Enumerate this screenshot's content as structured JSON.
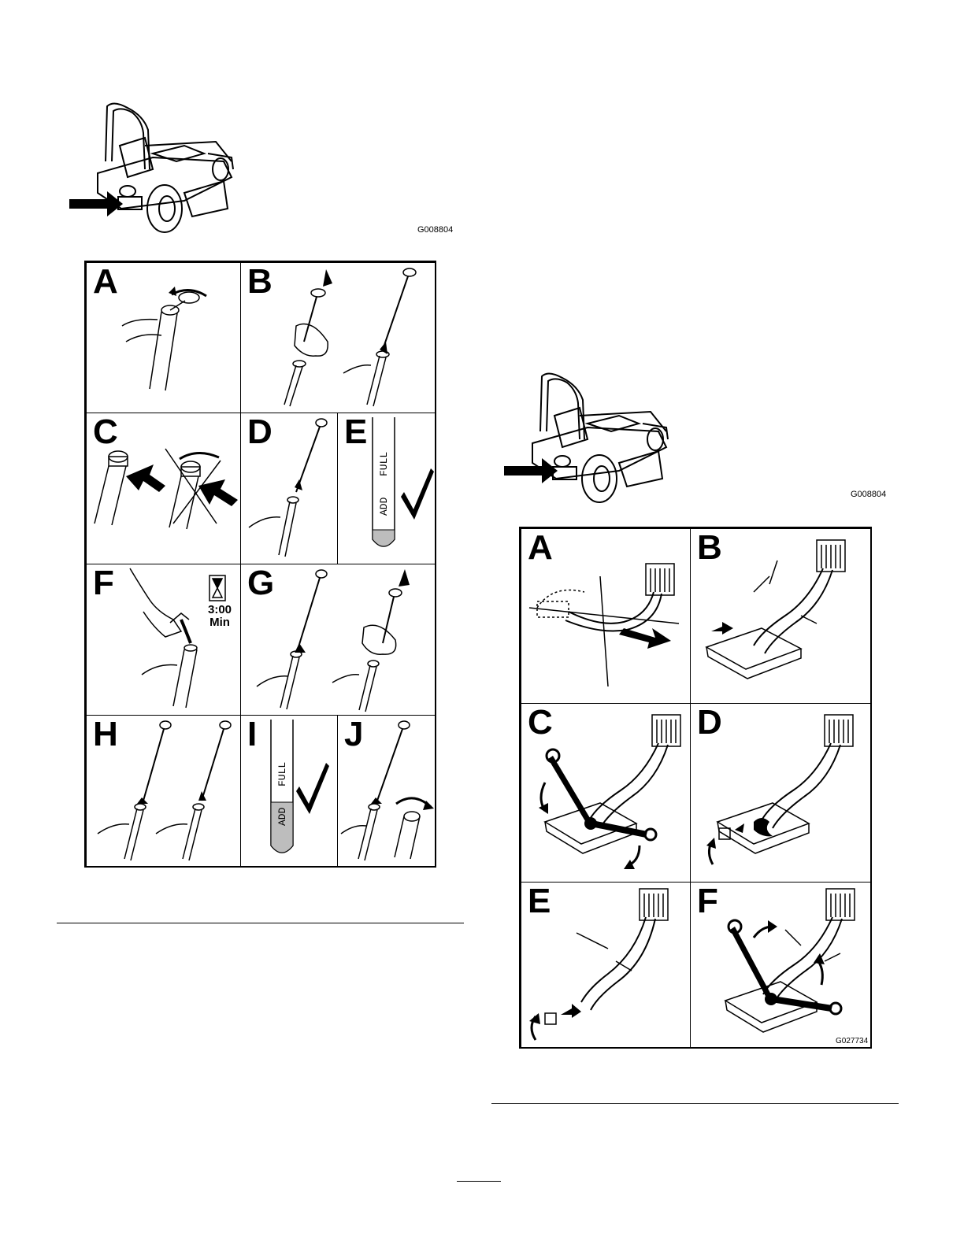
{
  "figure_top_left": {
    "code": "G008804"
  },
  "figure_dipstick": {
    "panels": [
      "A",
      "B",
      "C",
      "D",
      "E",
      "F",
      "G",
      "H",
      "I",
      "J"
    ],
    "timer_value": "3:00",
    "timer_unit": "Min",
    "gauge_add": "ADD",
    "gauge_full": "FULL"
  },
  "figure_top_right": {
    "code": "G008804"
  },
  "figure_drain": {
    "panels": [
      "A",
      "B",
      "C",
      "D",
      "E",
      "F"
    ],
    "code": "G027734"
  }
}
